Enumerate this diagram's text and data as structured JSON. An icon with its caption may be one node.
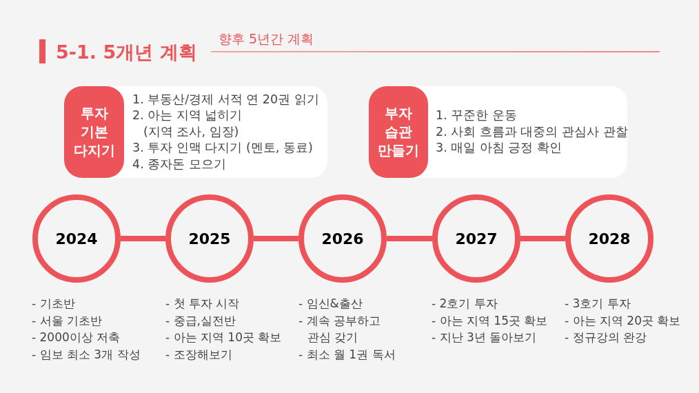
{
  "diagram": {
    "title": "5-1. 5개년 계획",
    "nodes": [
      {
        "text": [
          "1. 부동산/경제 서적 연 20권 읽기",
          "2. 아는 지역 넓히기 (지역 조사, 임장)",
          "3. 투자 인맥 다지기 (멘토, 동료)",
          "4. 종자돈 모으기"
        ]
      },
      {
        "text": [
          "투자 기본 다지기"
        ],
        "in": 0
      },
      {
        "text": [
          "1. 꾸준한 운동",
          "2. 사회 흐름과 대중의 관심사 관찰",
          "3. 매일 아침 긍정 확인"
        ]
      },
      {
        "text": [
          "부자 습관 만들기"
        ],
        "in": 2
      },
      {
        "text": [
          "2024"
        ],
        "beside": [
          "- 기초반",
          "- 서울 기초반",
          "- 2000이상 저축",
          "- 임보 최소 3개 작성"
        ]
      },
      {
        "text": [
          "2025"
        ],
        "beside": [
          "- 첫 투자 시작",
          "- 중급,실전반",
          "- 아는 지역 10곳 확보",
          "- 조장해보기"
        ]
      },
      {
        "text": [
          "2026"
        ],
        "beside": [
          "- 임신&출산",
          "- 계속 공부하고 관심 갖기",
          "- 최소 월 1권 독서"
        ]
      },
      {
        "text": [
          "2027"
        ],
        "beside": [
          "- 2호기 투자",
          "- 아는 지역 15곳 확보",
          "- 지난 3년 돌아보기"
        ]
      },
      {
        "text": [
          "2028"
        ],
        "beside": [
          "- 3호기 투자",
          "- 아는 지역 20곳 확보",
          "- 정규강의 완강"
        ]
      }
    ],
    "edges": [
      {
        "from": 4,
        "to": 5,
        "arrow": "none"
      },
      {
        "from": 5,
        "to": 6,
        "arrow": "none"
      },
      {
        "from": 6,
        "to": 7,
        "arrow": "none"
      },
      {
        "from": 7,
        "to": 8,
        "arrow": "none"
      }
    ],
    "labels": [
      "향후 5년간 계획"
    ]
  }
}
